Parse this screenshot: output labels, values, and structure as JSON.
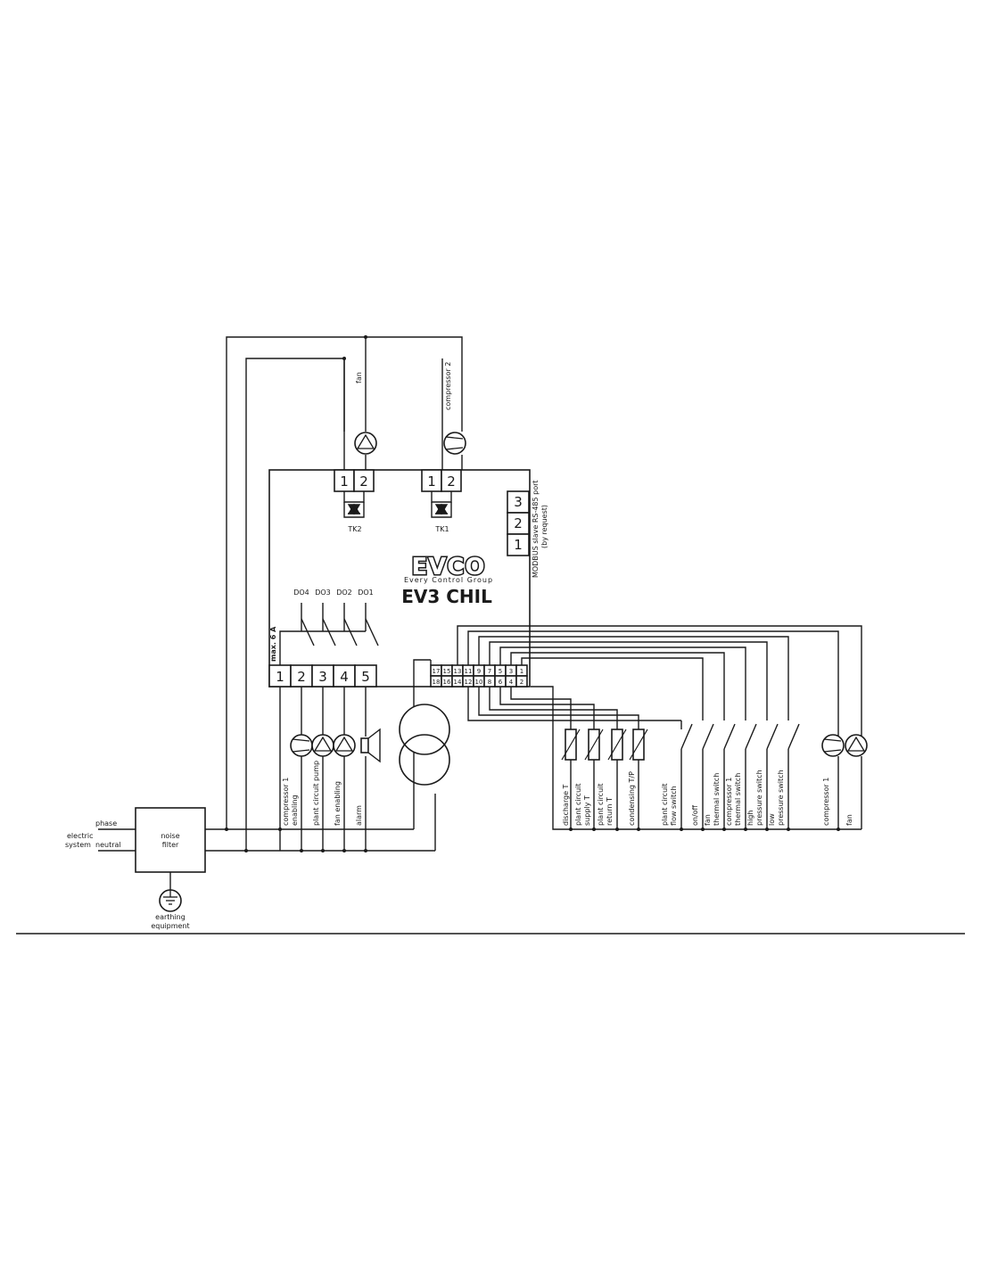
{
  "brand": {
    "logo": "EVCO",
    "tagline": "Every Control Group",
    "model": "EV3 CHIL",
    "accent_color": "#1a1a1a"
  },
  "controller": {
    "max_current": "max. 6 A",
    "do_labels": [
      "DO4",
      "DO3",
      "DO2",
      "DO1"
    ],
    "power_terminals": [
      "1",
      "2",
      "3",
      "4",
      "5"
    ],
    "top_terminals_fan": [
      "1",
      "2"
    ],
    "top_terminals_comp2": [
      "1",
      "2"
    ],
    "triacs": [
      "TK2",
      "TK1"
    ],
    "modbus_terminals": [
      "3",
      "2",
      "1"
    ],
    "modbus_label_1": "MODBUS slave RS-485 port",
    "modbus_label_2": "(by request)",
    "signal_top": [
      "17",
      "15",
      "13",
      "11",
      "9",
      "7",
      "5",
      "3",
      "1"
    ],
    "signal_bottom": [
      "18",
      "16",
      "14",
      "12",
      "10",
      "8",
      "6",
      "4",
      "2"
    ]
  },
  "loads_top": {
    "fan": "fan",
    "compressor2": "compressor 2"
  },
  "loads_bottom": {
    "compressor1_enabling_l1": "compressor 1",
    "compressor1_enabling_l2": "enabling",
    "plant_circuit_pump": "plant circuit pump",
    "fan_enabling": "fan enabling",
    "alarm": "alarm"
  },
  "inputs": {
    "discharge_t": "discharge T",
    "supply_l1": "plant circuit",
    "supply_l2": "supply T",
    "return_l1": "plant circuit",
    "return_l2": "return T",
    "condensing": "condensing T/P",
    "flow_l1": "plant circuit",
    "flow_l2": "flow switch",
    "onoff": "on/off",
    "fan_thermal_l1": "fan",
    "fan_thermal_l2": "thermal switch",
    "comp_thermal_l1": "compressor 1",
    "comp_thermal_l2": "thermal switch",
    "high_l1": "high",
    "high_l2": "pressure switch",
    "low_l1": "low",
    "low_l2": "pressure switch",
    "compressor1": "compressor 1",
    "fan": "fan"
  },
  "supply": {
    "phase": "phase",
    "neutral": "neutral",
    "electric": "electric",
    "system": "system",
    "filter_l1": "noise",
    "filter_l2": "filter",
    "earth_l1": "earthing",
    "earth_l2": "equipment"
  }
}
